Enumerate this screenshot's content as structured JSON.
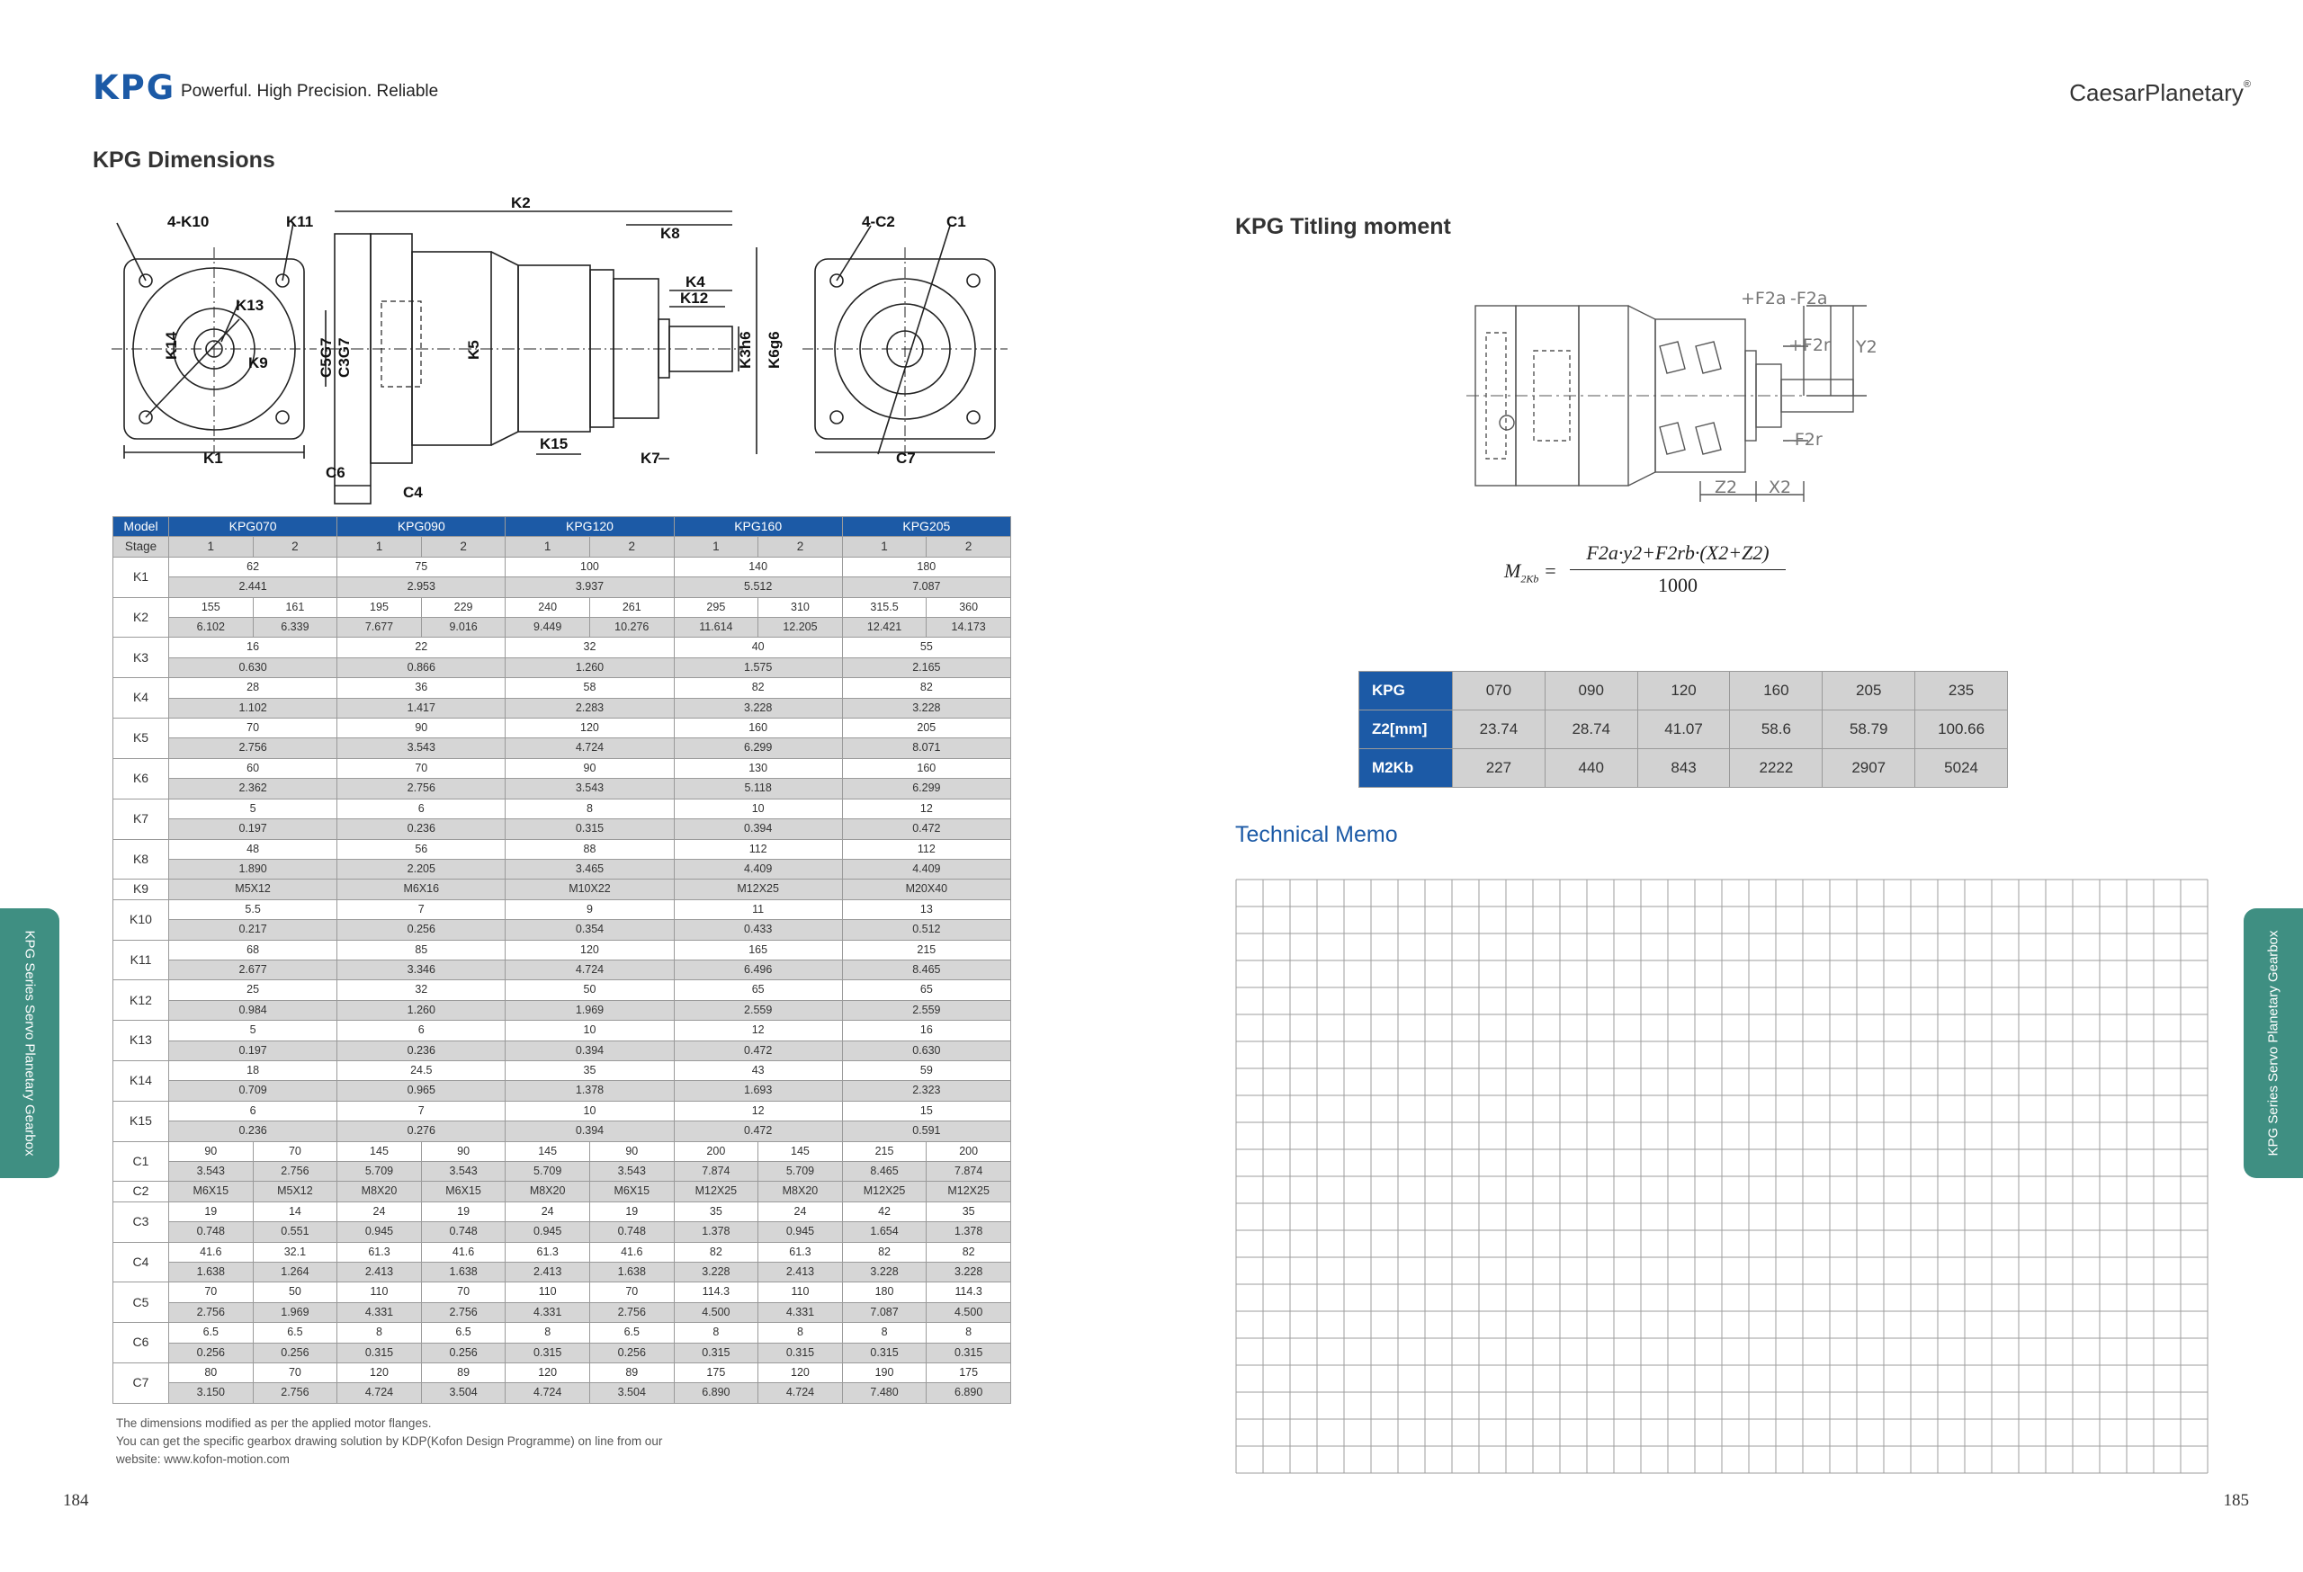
{
  "header": {
    "logo": "KPG",
    "tagline": "Powerful. High Precision. Reliable",
    "brand": "CaesarPlanetary",
    "brand_mark": "®"
  },
  "left_page": {
    "title": "KPG Dimensions",
    "page_number": "184",
    "side_tab": "KPG Series Servo Planetary Gearbox",
    "drawing_labels": {
      "k1": "K1",
      "k2": "K2",
      "k3": "K3h6",
      "k4": "K4",
      "k5": "K5",
      "k6": "K6g6",
      "k7": "K7",
      "k8": "K8",
      "k9": "K9",
      "k10": "4-K10",
      "k11": "K11",
      "k12": "K12",
      "k13": "K13",
      "k14": "K14",
      "k15": "K15",
      "c1": "C1",
      "c2": "4-C2",
      "c3": "C3G7",
      "c4": "C4",
      "c5": "C5G7",
      "c6": "C6",
      "c7": "C7"
    },
    "table": {
      "model_label": "Model",
      "stage_label": "Stage",
      "models": [
        "KPG070",
        "KPG090",
        "KPG120",
        "KPG160",
        "KPG205"
      ],
      "stages": [
        "1",
        "2",
        "1",
        "2",
        "1",
        "2",
        "1",
        "2",
        "1",
        "2"
      ],
      "rows": [
        {
          "param": "K1",
          "mm": [
            "62",
            "75",
            "100",
            "140",
            "180"
          ],
          "inch": [
            "2.441",
            "2.953",
            "3.937",
            "5.512",
            "7.087"
          ]
        },
        {
          "param": "K2",
          "mm": [
            "155",
            "161",
            "195",
            "229",
            "240",
            "261",
            "295",
            "310",
            "315.5",
            "360"
          ],
          "inch": [
            "6.102",
            "6.339",
            "7.677",
            "9.016",
            "9.449",
            "10.276",
            "11.614",
            "12.205",
            "12.421",
            "14.173"
          ]
        },
        {
          "param": "K3",
          "mm": [
            "16",
            "22",
            "32",
            "40",
            "55"
          ],
          "inch": [
            "0.630",
            "0.866",
            "1.260",
            "1.575",
            "2.165"
          ]
        },
        {
          "param": "K4",
          "mm": [
            "28",
            "36",
            "58",
            "82",
            "82"
          ],
          "inch": [
            "1.102",
            "1.417",
            "2.283",
            "3.228",
            "3.228"
          ]
        },
        {
          "param": "K5",
          "mm": [
            "70",
            "90",
            "120",
            "160",
            "205"
          ],
          "inch": [
            "2.756",
            "3.543",
            "4.724",
            "6.299",
            "8.071"
          ]
        },
        {
          "param": "K6",
          "mm": [
            "60",
            "70",
            "90",
            "130",
            "160"
          ],
          "inch": [
            "2.362",
            "2.756",
            "3.543",
            "5.118",
            "6.299"
          ]
        },
        {
          "param": "K7",
          "mm": [
            "5",
            "6",
            "8",
            "10",
            "12"
          ],
          "inch": [
            "0.197",
            "0.236",
            "0.315",
            "0.394",
            "0.472"
          ]
        },
        {
          "param": "K8",
          "mm": [
            "48",
            "56",
            "88",
            "112",
            "112"
          ],
          "inch": [
            "1.890",
            "2.205",
            "3.465",
            "4.409",
            "4.409"
          ]
        },
        {
          "param": "K9",
          "single": [
            "M5X12",
            "M6X16",
            "M10X22",
            "M12X25",
            "M20X40"
          ]
        },
        {
          "param": "K10",
          "mm": [
            "5.5",
            "7",
            "9",
            "11",
            "13"
          ],
          "inch": [
            "0.217",
            "0.256",
            "0.354",
            "0.433",
            "0.512"
          ]
        },
        {
          "param": "K11",
          "mm": [
            "68",
            "85",
            "120",
            "165",
            "215"
          ],
          "inch": [
            "2.677",
            "3.346",
            "4.724",
            "6.496",
            "8.465"
          ]
        },
        {
          "param": "K12",
          "mm": [
            "25",
            "32",
            "50",
            "65",
            "65"
          ],
          "inch": [
            "0.984",
            "1.260",
            "1.969",
            "2.559",
            "2.559"
          ]
        },
        {
          "param": "K13",
          "mm": [
            "5",
            "6",
            "10",
            "12",
            "16"
          ],
          "inch": [
            "0.197",
            "0.236",
            "0.394",
            "0.472",
            "0.630"
          ]
        },
        {
          "param": "K14",
          "mm": [
            "18",
            "24.5",
            "35",
            "43",
            "59"
          ],
          "inch": [
            "0.709",
            "0.965",
            "1.378",
            "1.693",
            "2.323"
          ]
        },
        {
          "param": "K15",
          "mm": [
            "6",
            "7",
            "10",
            "12",
            "15"
          ],
          "inch": [
            "0.236",
            "0.276",
            "0.394",
            "0.472",
            "0.591"
          ]
        },
        {
          "param": "C1",
          "mm": [
            "90",
            "70",
            "145",
            "90",
            "145",
            "90",
            "200",
            "145",
            "215",
            "200"
          ],
          "inch": [
            "3.543",
            "2.756",
            "5.709",
            "3.543",
            "5.709",
            "3.543",
            "7.874",
            "5.709",
            "8.465",
            "7.874"
          ]
        },
        {
          "param": "C2",
          "single": [
            "M6X15",
            "M5X12",
            "M8X20",
            "M6X15",
            "M8X20",
            "M6X15",
            "M12X25",
            "M8X20",
            "M12X25",
            "M12X25"
          ]
        },
        {
          "param": "C3",
          "mm": [
            "19",
            "14",
            "24",
            "19",
            "24",
            "19",
            "35",
            "24",
            "42",
            "35"
          ],
          "inch": [
            "0.748",
            "0.551",
            "0.945",
            "0.748",
            "0.945",
            "0.748",
            "1.378",
            "0.945",
            "1.654",
            "1.378"
          ]
        },
        {
          "param": "C4",
          "mm": [
            "41.6",
            "32.1",
            "61.3",
            "41.6",
            "61.3",
            "41.6",
            "82",
            "61.3",
            "82",
            "82"
          ],
          "inch": [
            "1.638",
            "1.264",
            "2.413",
            "1.638",
            "2.413",
            "1.638",
            "3.228",
            "2.413",
            "3.228",
            "3.228"
          ]
        },
        {
          "param": "C5",
          "mm": [
            "70",
            "50",
            "110",
            "70",
            "110",
            "70",
            "114.3",
            "110",
            "180",
            "114.3"
          ],
          "inch": [
            "2.756",
            "1.969",
            "4.331",
            "2.756",
            "4.331",
            "2.756",
            "4.500",
            "4.331",
            "7.087",
            "4.500"
          ]
        },
        {
          "param": "C6",
          "mm": [
            "6.5",
            "6.5",
            "8",
            "6.5",
            "8",
            "6.5",
            "8",
            "8",
            "8",
            "8"
          ],
          "inch": [
            "0.256",
            "0.256",
            "0.315",
            "0.256",
            "0.315",
            "0.256",
            "0.315",
            "0.315",
            "0.315",
            "0.315"
          ]
        },
        {
          "param": "C7",
          "mm": [
            "80",
            "70",
            "120",
            "89",
            "120",
            "89",
            "175",
            "120",
            "190",
            "175"
          ],
          "inch": [
            "3.150",
            "2.756",
            "4.724",
            "3.504",
            "4.724",
            "3.504",
            "6.890",
            "4.724",
            "7.480",
            "6.890"
          ]
        }
      ]
    },
    "notes": [
      "The dimensions modified as per the applied motor flanges.",
      "You can get the specific gearbox drawing solution by KDP(Kofon Design Programme) on line from our",
      "website: www.kofon-motion.com"
    ]
  },
  "right_page": {
    "title": "KPG Titling moment",
    "page_number": "185",
    "side_tab": "KPG Series Servo Planetary Gearbox",
    "diagram_labels": {
      "f2a_plus": "+F2a",
      "f2a_minus": "-F2a",
      "f2r_plus": "+F2r",
      "f2r_minus": "-F2r",
      "y2": "Y2",
      "z2": "Z2",
      "x2": "X2"
    },
    "formula": {
      "lhs": "M",
      "lhs_sub": "2Kb",
      "numerator": "F2a·y2+F2rb·(X2+Z2)",
      "denominator": "1000"
    },
    "tilt_table": {
      "row_labels": [
        "KPG",
        "Z2[mm]",
        "M2Kb"
      ],
      "sizes": [
        "070",
        "090",
        "120",
        "160",
        "205",
        "235"
      ],
      "z2": [
        "23.74",
        "28.74",
        "41.07",
        "58.6",
        "58.79",
        "100.66"
      ],
      "m2kb": [
        "227",
        "440",
        "843",
        "2222",
        "2907",
        "5024"
      ]
    },
    "memo_title": "Technical Memo"
  },
  "colors": {
    "brand_blue": "#1c5aa6",
    "tab_green": "#3f8f82",
    "row_grey": "#d6d6d6",
    "grid_line": "#9e9e9e"
  }
}
